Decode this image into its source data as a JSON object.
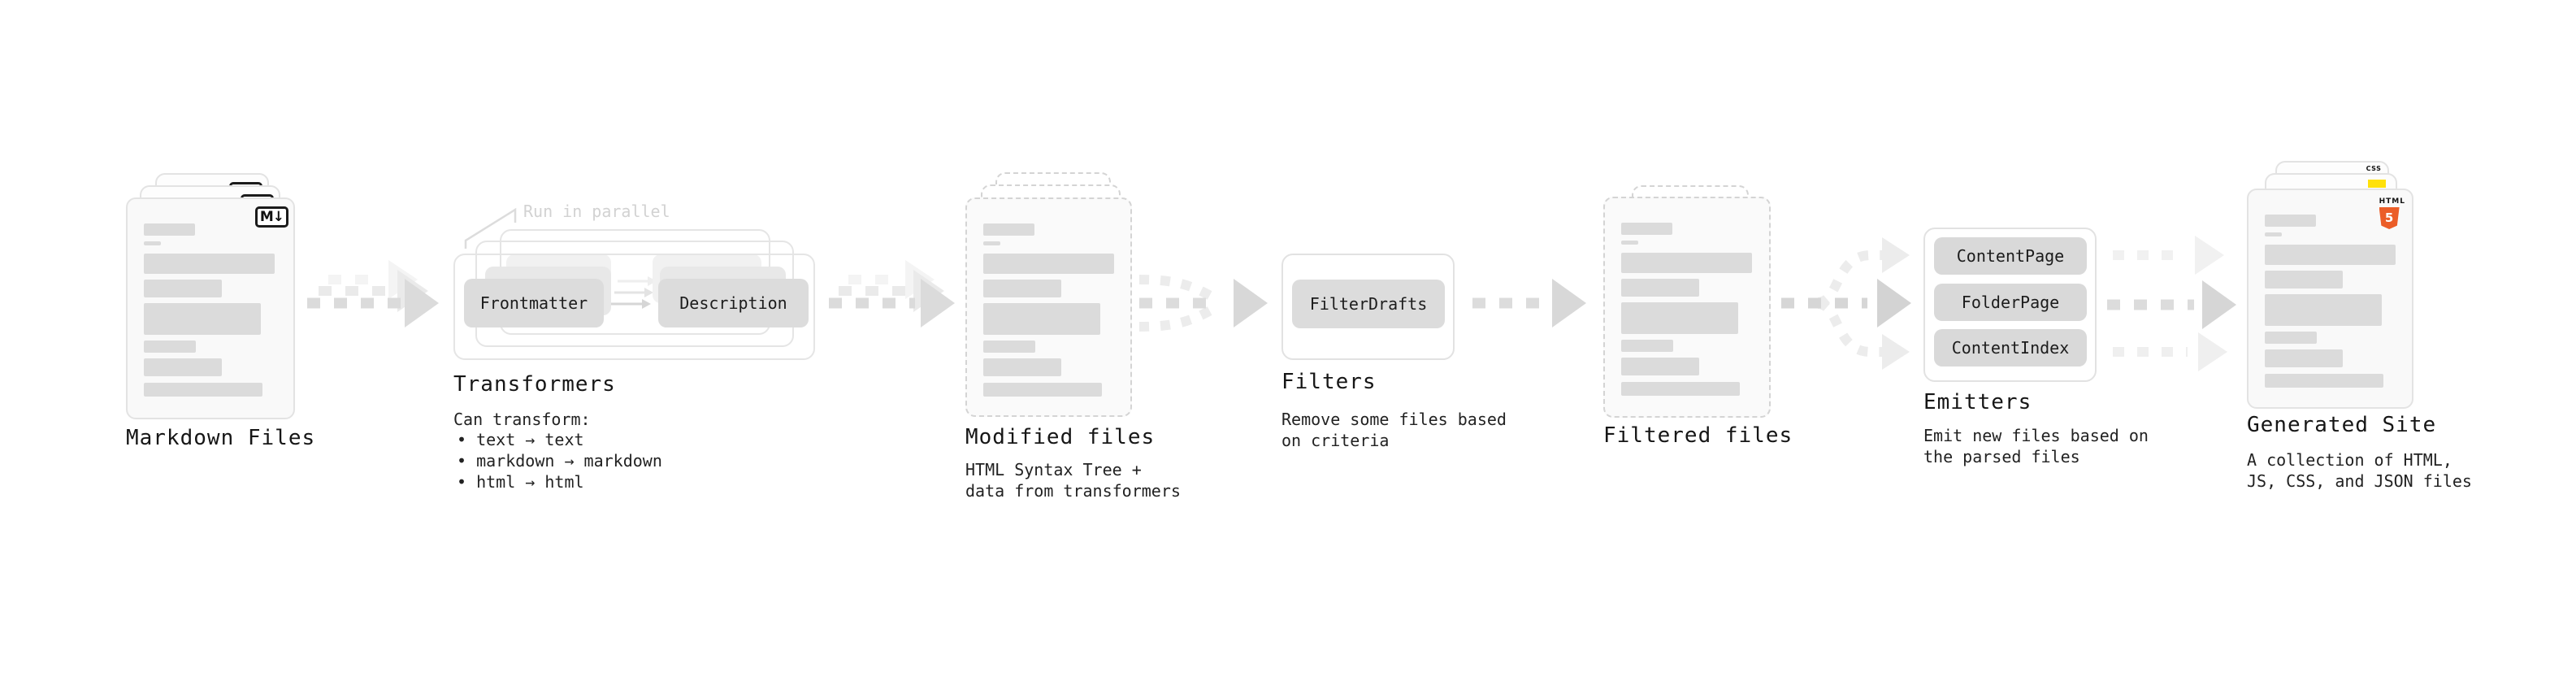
{
  "diagram": {
    "markdown": {
      "label": "Markdown Files",
      "badge": "M↓"
    },
    "transformers": {
      "label": "Transformers",
      "note": "Run in parallel",
      "pill_left": "Frontmatter",
      "pill_right": "Description",
      "desc_title": "Can transform:",
      "bullets": [
        "text → text",
        "markdown → markdown",
        "html → html"
      ]
    },
    "modified": {
      "label": "Modified files",
      "desc": [
        "HTML Syntax Tree +",
        "data from transformers"
      ]
    },
    "filters": {
      "label": "Filters",
      "pill": "FilterDrafts",
      "desc": [
        "Remove some files based",
        "on criteria"
      ]
    },
    "filtered": {
      "label": "Filtered files"
    },
    "emitters": {
      "label": "Emitters",
      "pills": [
        "ContentPage",
        "FolderPage",
        "ContentIndex"
      ],
      "desc": [
        "Emit new files based on",
        "the parsed files"
      ]
    },
    "generated": {
      "label": "Generated Site",
      "desc": [
        "A collection of HTML,",
        "JS, CSS, and JSON files"
      ],
      "badges": {
        "html_label": "HTML",
        "html_number": "5",
        "css_label": "CSS"
      }
    }
  },
  "colors": {
    "ink": "#1c1c1c",
    "arrow_gray": "#dcdcdc",
    "html5_orange": "#eb5d28",
    "js_yellow": "#ffe10a",
    "css_blue": "#2e68e8"
  }
}
